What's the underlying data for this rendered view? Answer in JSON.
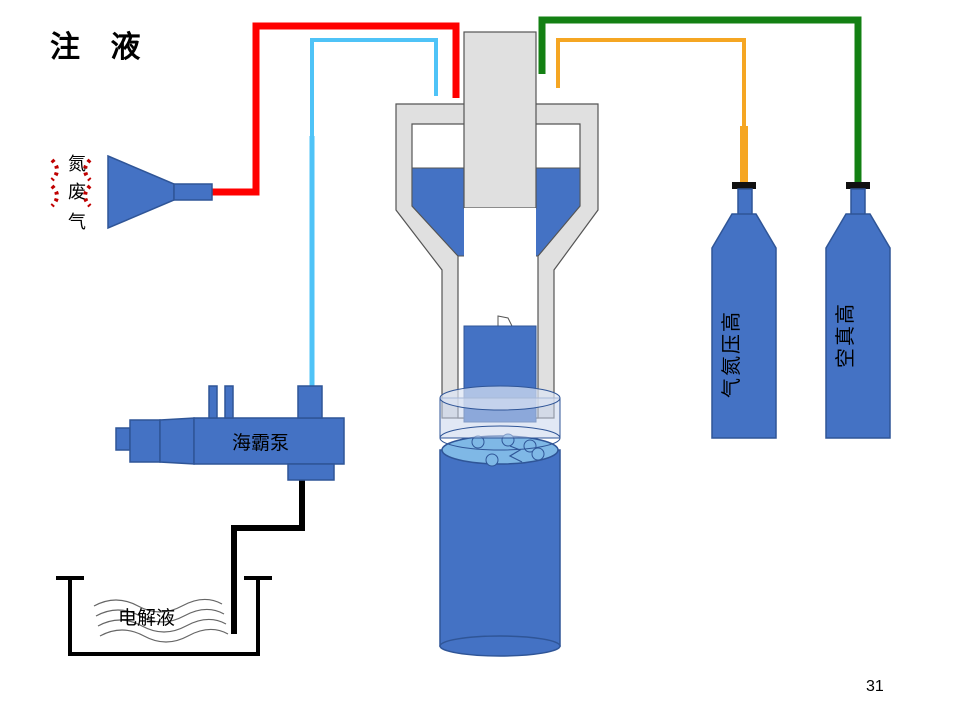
{
  "slide": {
    "title": "注 液",
    "page_number": "31"
  },
  "labels": {
    "exhaust": [
      "氮",
      "废",
      "气"
    ],
    "pump": "海霸泵",
    "electrolyte": "电解液",
    "cylinder_1": "气氮压高",
    "cylinder_2": "空真高"
  },
  "colors": {
    "fill_blue": "#4472c4",
    "outline_blue": "#2f5597",
    "line_red": "#ff0000",
    "line_cyan": "#4fc3f7",
    "line_green": "#138013",
    "line_orange": "#f5a623",
    "line_black": "#000000",
    "vessel_grey": "#e0e0e0",
    "dot_red": "#c00000"
  }
}
